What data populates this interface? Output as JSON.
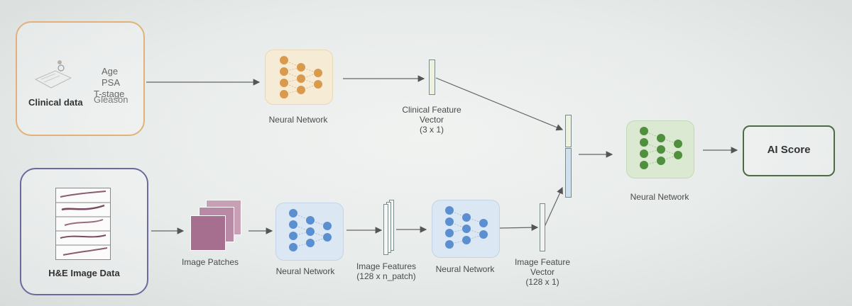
{
  "clinical": {
    "title": "Clinical data",
    "fields": [
      "Age",
      "PSA",
      "T-stage",
      "Gleason"
    ]
  },
  "he": {
    "title": "H&E Image Data"
  },
  "labels": {
    "nn_clinical": "Neural Network",
    "clinical_vec_line1": "Clinical Feature",
    "clinical_vec_line2": "Vector",
    "clinical_vec_line3": "(3 x 1)",
    "patches": "Image Patches",
    "nn_image1": "Neural Network",
    "img_features_line1": "Image Features",
    "img_features_line2": "(128 x n_patch)",
    "nn_image2": "Neural Network",
    "img_vec_line1": "Image Feature",
    "img_vec_line2": "Vector",
    "img_vec_line3": "(128 x 1)",
    "nn_final": "Neural Network",
    "output": "AI Score"
  },
  "colors": {
    "clinical_border": "#e0b27a",
    "he_border": "#6b6a9e",
    "orange_nn": "#d99a4e",
    "blue_nn": "#5b8fd0",
    "green_nn": "#4f8f3e",
    "output_border": "#4d6b45"
  }
}
